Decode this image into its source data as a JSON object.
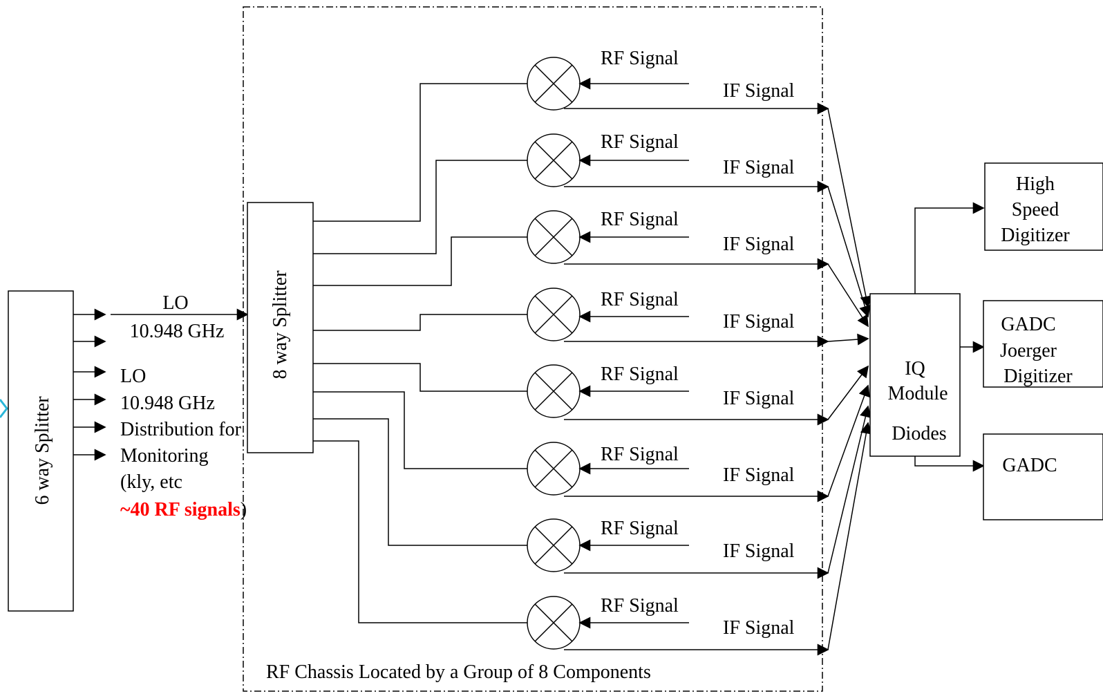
{
  "six_way_splitter": {
    "label": "6 way Splitter"
  },
  "eight_way_splitter": {
    "label": "8 way Splitter"
  },
  "lo_line": {
    "name": "LO",
    "freq": "10.948 GHz"
  },
  "lo_distribution": {
    "line1": "LO",
    "line2": "10.948 GHz",
    "line3": "Distribution for",
    "line4": "Monitoring",
    "line5_prefix": "(kly, etc",
    "line6_highlight": "~40 RF signals",
    "line6_suffix": ")"
  },
  "channels": [
    {
      "rf": "RF Signal",
      "if": "IF Signal"
    },
    {
      "rf": "RF Signal",
      "if": "IF Signal"
    },
    {
      "rf": "RF Signal",
      "if": "IF Signal"
    },
    {
      "rf": "RF Signal",
      "if": "IF Signal"
    },
    {
      "rf": "RF Signal",
      "if": "IF Signal"
    },
    {
      "rf": "RF Signal",
      "if": "IF Signal"
    },
    {
      "rf": "RF Signal",
      "if": "IF Signal"
    },
    {
      "rf": "RF Signal",
      "if": "IF Signal"
    }
  ],
  "iq_module": {
    "line1": "IQ",
    "line2": "Module",
    "line3": "Diodes"
  },
  "high_speed_digitizer": {
    "line1": "High",
    "line2": "Speed",
    "line3": "Digitizer"
  },
  "gadc_joerger": {
    "line1": "GADC",
    "line2": "Joerger",
    "line3": "Digitizer"
  },
  "gadc": {
    "label": "GADC"
  },
  "chassis": {
    "caption": "RF Chassis Located by a Group of 8 Components"
  },
  "colors": {
    "highlight": "#ff0000",
    "input_arrow": "#29b6d8",
    "line": "#000000"
  }
}
